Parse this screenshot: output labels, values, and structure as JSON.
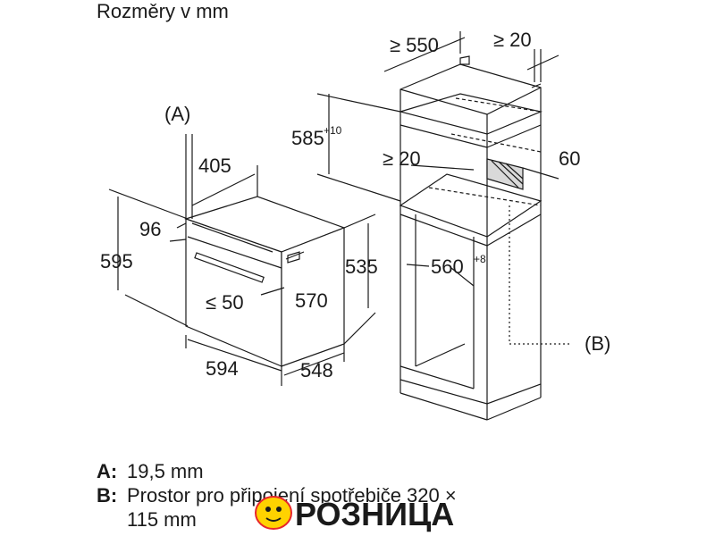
{
  "title": "Rozměry v mm",
  "labels": {
    "a_marker": "(A)",
    "b_marker": "(B)",
    "niche_width": "≥ 550",
    "back_gap": "≥ 20",
    "niche_height": "585",
    "niche_height_tol": "+10",
    "front_gap": "≥ 20",
    "vent_depth": "60",
    "niche_depth": "560",
    "niche_depth_tol": "+8",
    "oven_panel_depth": "405",
    "oven_top_offset": "96",
    "oven_height": "595",
    "oven_body_height": "535",
    "oven_front_inner": "570",
    "oven_gap": "≤ 50",
    "oven_width": "594",
    "oven_depth": "548"
  },
  "notes": {
    "a_key": "A:",
    "a_text": "19,5 mm",
    "b_key": "B:",
    "b_text": "Prostor pro připojení spotřebiče 320 ×",
    "b_text_cont": "115 mm"
  },
  "logo": {
    "text": "РОЗНИЦА",
    "color_primary": "#e8262b",
    "color_accent": "#ffd200"
  }
}
